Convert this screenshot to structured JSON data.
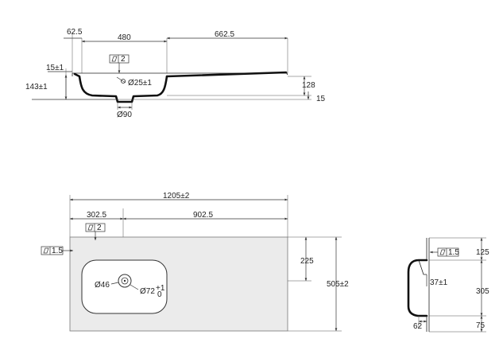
{
  "top_view": {
    "dim_left_overhang": "62.5",
    "dim_bowl_width": "480",
    "dim_drainboard": "662.5",
    "dim_rim_thickness": "15±1",
    "dim_total_height": "143±1",
    "dim_drain_hole": "Ø25±1",
    "dim_right_height": "128",
    "dim_slab_thickness": "15",
    "dim_waste": "Ø90",
    "flatness_tolerance": "2"
  },
  "plan_view": {
    "dim_total_width": "1205±2",
    "dim_bowl_offset": "302.5",
    "dim_right_part": "902.5",
    "dim_depth_partial": "225",
    "dim_depth_total": "505±2",
    "dim_waste_inner": "Ø46",
    "dim_waste_outer": "Ø72",
    "tol_upper": "+1",
    "tol_lower": "0",
    "flatness_top": "2",
    "flatness_left": "1.5"
  },
  "side_view": {
    "dim_top": "125",
    "dim_middle": "305",
    "dim_bottom": "75",
    "dim_bowl_depth": "37±1",
    "dim_base_offset": "62",
    "flatness": "1.5"
  }
}
